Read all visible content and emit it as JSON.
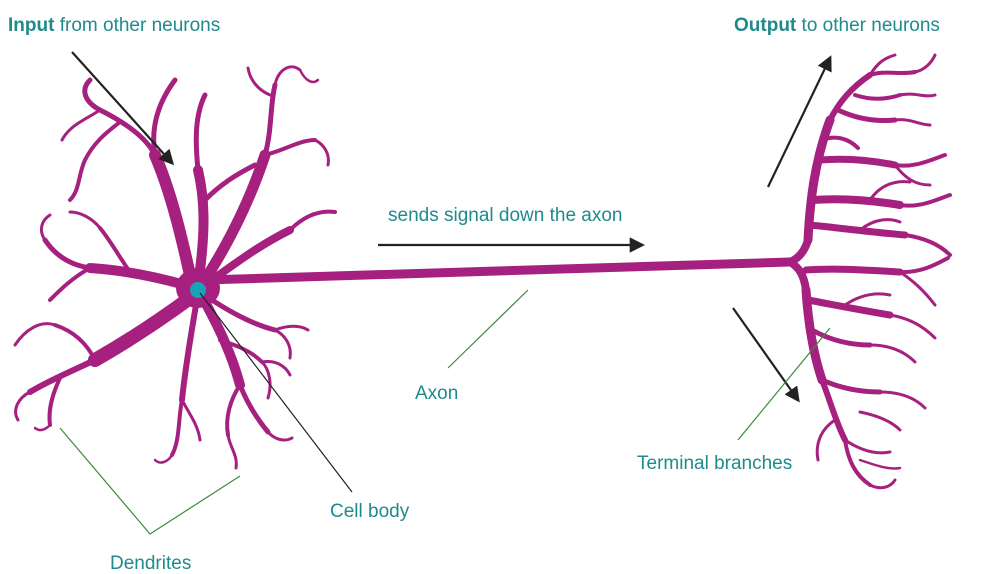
{
  "labels": {
    "input_bold": "Input",
    "input_rest": "from other neurons",
    "output_bold": "Output",
    "output_rest": "to other neurons",
    "signal": "sends signal down the axon",
    "axon": "Axon",
    "cell_body": "Cell body",
    "terminal_branches": "Terminal branches",
    "dendrites": "Dendrites"
  },
  "colors": {
    "neuron": "#a6217f",
    "nucleus": "#1aa3b8",
    "label_text": "#1f8a8c",
    "label_bold": "#1f8a8c",
    "leader_line": "#3c8a3c",
    "arrow": "#222222"
  }
}
